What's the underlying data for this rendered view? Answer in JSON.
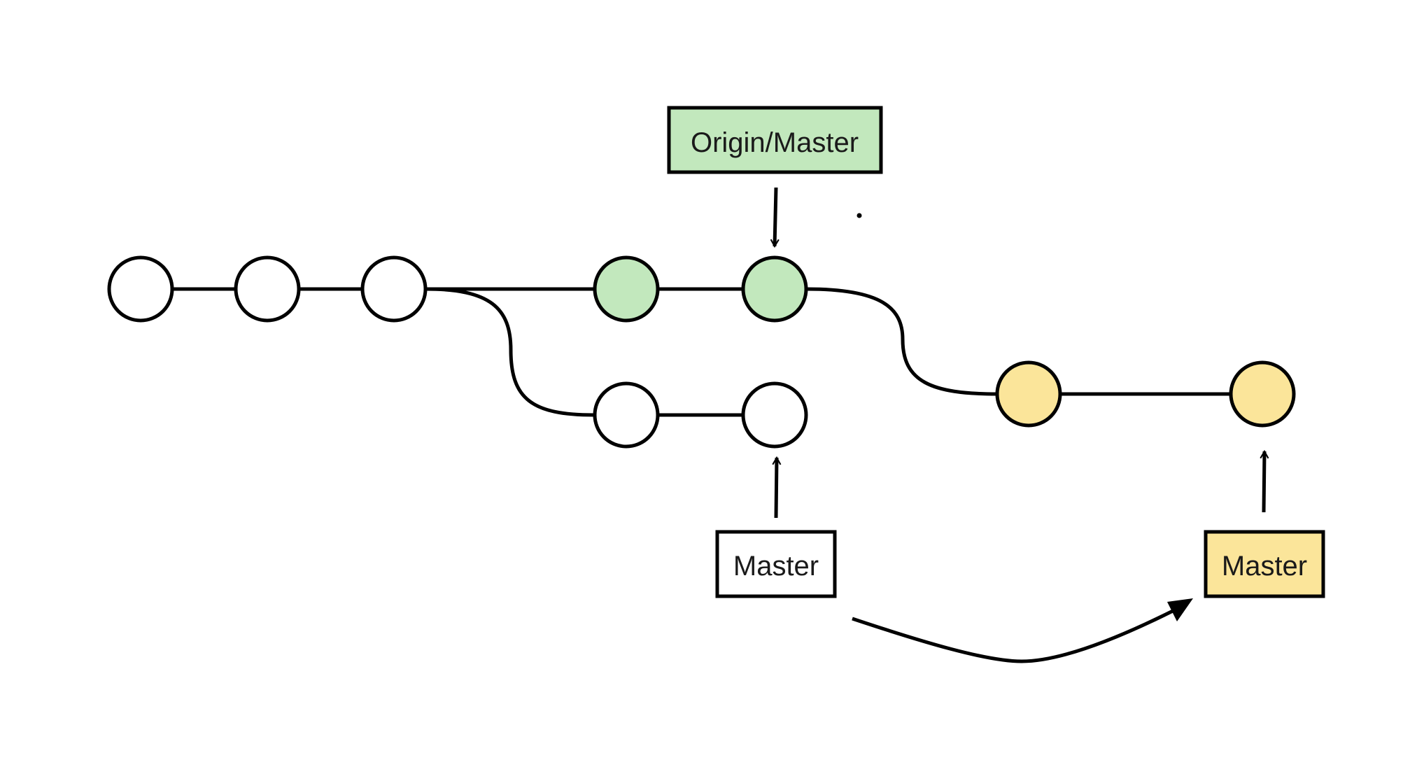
{
  "colors": {
    "background": "#ffffff",
    "stroke": "#000000",
    "remote_commit": "#c2e8bd",
    "rebased_commit": "#fbe59a",
    "local_commit": "#ffffff",
    "remote_label_fill": "#c2e8bd",
    "rebased_label_fill": "#fbe59a",
    "local_label_fill": "#ffffff"
  },
  "labels": {
    "origin_master": "Origin/Master",
    "local_master": "Master",
    "rebased_master": "Master"
  },
  "commits": {
    "base": [
      "plain",
      "plain",
      "plain"
    ],
    "remote": [
      "remote",
      "remote"
    ],
    "local": [
      "plain",
      "plain"
    ],
    "rebased": [
      "rebased",
      "rebased"
    ]
  }
}
